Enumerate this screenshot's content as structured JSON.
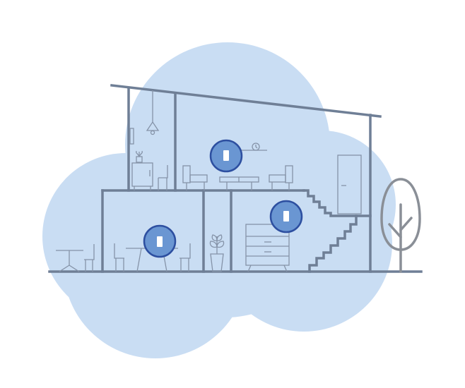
{
  "colors": {
    "background": "#ffffff",
    "coverage": "#c9ddf3",
    "structure": "#6f7f96",
    "furniture": "#8593a8",
    "node_fill": "#6a96d2",
    "node_stroke": "#2d4fa0",
    "node_device": "#ffffff",
    "tree": "#8a8f97"
  },
  "icons": {
    "mesh_node": "wifi-mesh-node-icon",
    "tree": "tree-icon",
    "plant": "potted-plant-icon",
    "lamp": "pendant-lamp-icon",
    "clock": "wall-clock-icon",
    "door": "door-icon"
  },
  "rooms": [
    {
      "id": "kitchen",
      "floor": "upper"
    },
    {
      "id": "living-room",
      "floor": "upper"
    },
    {
      "id": "dining-room",
      "floor": "ground"
    },
    {
      "id": "hallway",
      "floor": "ground"
    },
    {
      "id": "bedroom",
      "floor": "ground"
    }
  ],
  "nodes": [
    {
      "id": "upper-living-node",
      "room": "living-room"
    },
    {
      "id": "ground-dining-node",
      "room": "dining-room"
    },
    {
      "id": "ground-bedroom-node",
      "room": "bedroom"
    }
  ]
}
